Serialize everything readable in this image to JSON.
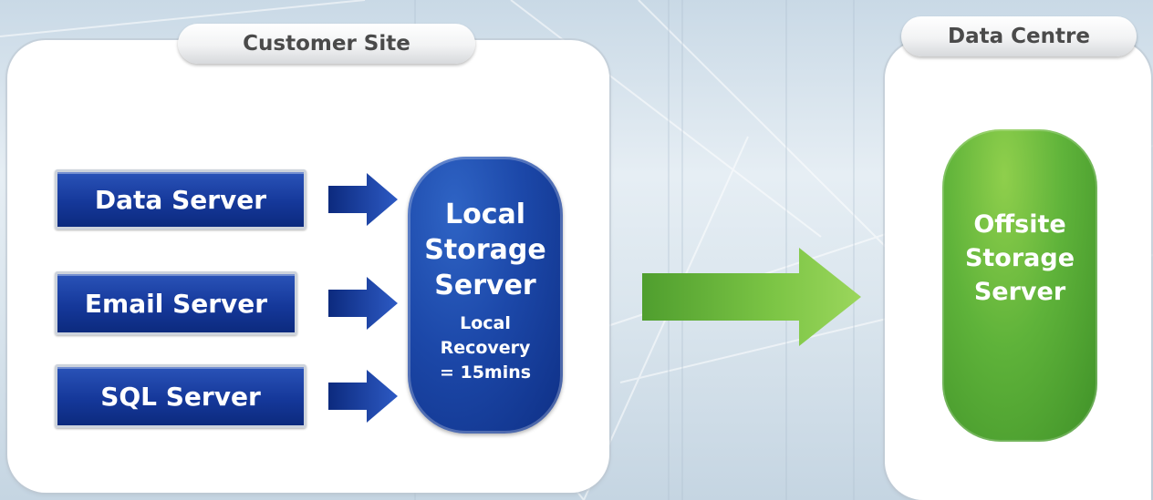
{
  "customer_site": {
    "title": "Customer Site",
    "servers": [
      "Data Server",
      "Email Server",
      "SQL Server"
    ],
    "local_storage": {
      "label_lines": [
        "Local",
        "Storage",
        "Server"
      ],
      "detail_lines": [
        "Local",
        "Recovery",
        "= 15mins"
      ]
    }
  },
  "data_centre": {
    "title": "Data Centre",
    "offsite_storage": {
      "label_lines": [
        "Offsite",
        "Storage",
        "Server"
      ]
    }
  },
  "colors": {
    "server_blue": "#15389a",
    "storage_blue": "#1c48a9",
    "offsite_green": "#5fb33a",
    "transfer_arrow_green": "#6fbf3f"
  }
}
